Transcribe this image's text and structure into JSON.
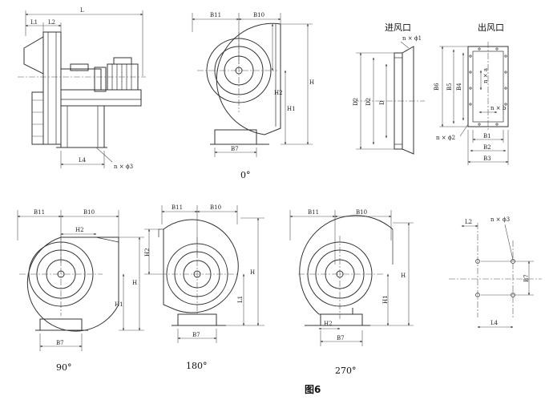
{
  "side_view": {
    "labels": {
      "L": "L",
      "L1": "L1",
      "L2": "L2",
      "L4": "L4",
      "bolt": "n × ϕ3"
    }
  },
  "view_0": {
    "angle": "0°",
    "labels": {
      "B11": "B11",
      "B10": "B10",
      "H": "H",
      "H1": "H1",
      "H2": "H2",
      "B7": "B7"
    }
  },
  "inlet": {
    "title": "进风口",
    "labels": {
      "bolt": "n × ϕ1",
      "D2a": "D2",
      "D2b": "D2",
      "D": "D"
    }
  },
  "outlet": {
    "title": "出风口",
    "labels": {
      "B6": "B6",
      "B5": "B5",
      "B4": "B4",
      "na": "n × a",
      "nb": "n × b",
      "bolt": "n × ϕ2",
      "B1": "B1",
      "B2": "B2",
      "B3": "B3"
    }
  },
  "view_90": {
    "angle": "90°",
    "labels": {
      "B11": "B11",
      "B10": "B10",
      "H2": "H2",
      "H": "H",
      "H1": "H1",
      "B7": "B7"
    }
  },
  "view_180": {
    "angle": "180°",
    "labels": {
      "B11": "B11",
      "B10": "B10",
      "H2": "H2",
      "H": "H",
      "H1": "L1",
      "B7": "B7"
    }
  },
  "view_270": {
    "angle": "270°",
    "labels": {
      "B11": "B11",
      "B10": "B10",
      "H": "H",
      "H1": "H1",
      "H2": "H2",
      "B7": "B7"
    }
  },
  "base_plan": {
    "labels": {
      "L2": "L2",
      "bolt": "n × ϕ3",
      "B7": "B7",
      "L4": "L4"
    }
  },
  "figure_caption": "图6"
}
